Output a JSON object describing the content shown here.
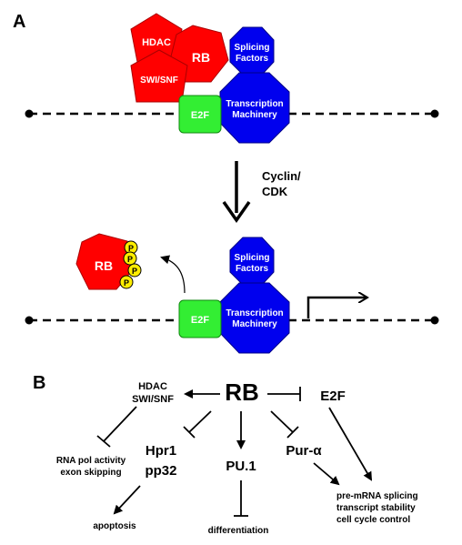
{
  "panel_a": {
    "label": "A",
    "top": {
      "hdac": "HDAC",
      "rb": "RB",
      "swi_snf": "SWI/SNF",
      "splicing_line1": "Splicing",
      "splicing_line2": "Factors",
      "e2f": "E2F",
      "transcription_line1": "Transcription",
      "transcription_line2": "Machinery"
    },
    "transition": {
      "line1": "Cyclin/",
      "line2": "CDK"
    },
    "bottom": {
      "rb": "RB",
      "phospho": [
        "P",
        "P",
        "P",
        "P"
      ],
      "splicing_line1": "Splicing",
      "splicing_line2": "Factors",
      "e2f": "E2F",
      "transcription_line1": "Transcription",
      "transcription_line2": "Machinery"
    }
  },
  "panel_b": {
    "label": "B",
    "rb": "RB",
    "e2f": "E2F",
    "hdac_line1": "HDAC",
    "hdac_line2": "SWI/SNF",
    "rna_line1": "RNA pol activity",
    "rna_line2": "exon skipping",
    "hpr1": "Hpr1",
    "pp32": "pp32",
    "pu1": "PU.1",
    "pur": "Pur-α",
    "apoptosis": "apoptosis",
    "differentiation": "differentiation",
    "outcome_line1": "pre-mRNA splicing",
    "outcome_line2": "transcript stability",
    "outcome_line3": "cell cycle control"
  },
  "colors": {
    "rb_red": "#ff0000",
    "e2f_green": "#33ee33",
    "complex_blue": "#0000ee",
    "phospho_yellow": "#ffee00"
  }
}
